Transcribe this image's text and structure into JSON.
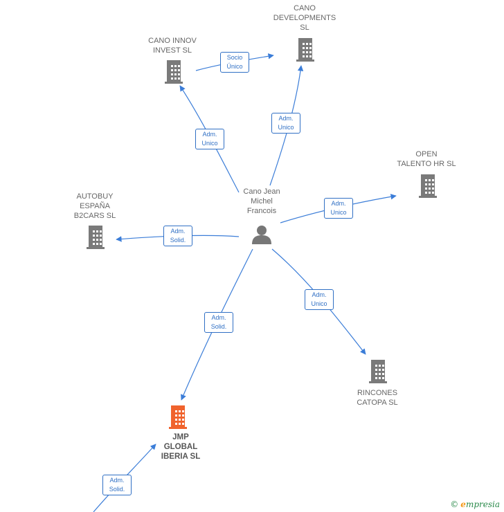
{
  "colors": {
    "edge": "#3b7dd8",
    "building": "#7a7a7a",
    "highlight": "#f0632d",
    "person": "#777777"
  },
  "nodes": {
    "person": {
      "label": "Cano Jean\nMichel\nFrancois"
    },
    "cano_innov": {
      "label": "CANO INNOV\nINVEST  SL"
    },
    "cano_dev": {
      "label": "CANO\nDEVELOPMENTS\nSL"
    },
    "open_talento": {
      "label": "OPEN\nTALENTO HR  SL"
    },
    "autobuy": {
      "label": "AUTOBUY\nESPAÑA\nB2CARS  SL"
    },
    "rincones": {
      "label": "RINCONES\nCATOPA  SL"
    },
    "jmp": {
      "label": "JMP\nGLOBAL\nIBERIA  SL"
    }
  },
  "edges": {
    "socio_unico": {
      "line1": "Socio",
      "line2": "Único"
    },
    "adm_cano_innov": {
      "line1": "Adm.",
      "line2": "Unico"
    },
    "adm_cano_dev": {
      "line1": "Adm.",
      "line2": "Unico"
    },
    "adm_open": {
      "line1": "Adm.",
      "line2": "Unico"
    },
    "adm_autobuy": {
      "line1": "Adm.",
      "line2": "Solid."
    },
    "adm_jmp": {
      "line1": "Adm.",
      "line2": "Solid."
    },
    "adm_rincones": {
      "line1": "Adm.",
      "line2": "Unico"
    },
    "adm_external": {
      "line1": "Adm.",
      "line2": "Solid."
    }
  },
  "brand": {
    "copyright": "©",
    "initial": "e",
    "rest": "mpresia"
  }
}
